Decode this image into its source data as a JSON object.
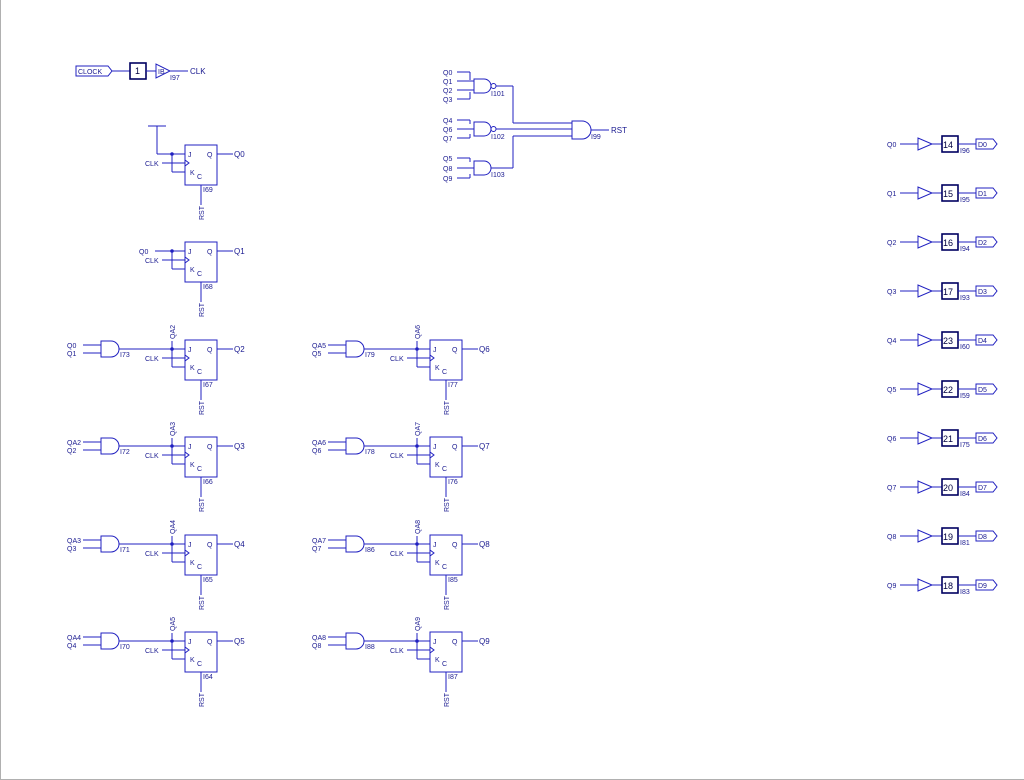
{
  "clock": {
    "port": "CLOCK",
    "pad": "1",
    "buf": "IB",
    "inst": "I97",
    "net": "CLK"
  },
  "reset": {
    "nand_a": {
      "inputs": [
        "Q0",
        "Q1",
        "Q2",
        "Q3"
      ],
      "inst": "I101"
    },
    "nand_b": {
      "inputs": [
        "Q4",
        "Q6",
        "Q7"
      ],
      "inst": "I102"
    },
    "and_c": {
      "inputs": [
        "Q5",
        "Q8",
        "Q9"
      ],
      "inst": "I103"
    },
    "final": {
      "inst": "I99",
      "net": "RST"
    }
  },
  "ff_pins": {
    "j": "J",
    "k": "K",
    "q": "Q",
    "c": "C",
    "clk": "CLK",
    "rst": "RST"
  },
  "flipflops": [
    {
      "inst": "I69",
      "q": "Q0",
      "jk": "",
      "in1": "",
      "in2": "",
      "gate": ""
    },
    {
      "inst": "I68",
      "q": "Q1",
      "jk": "Q0",
      "in1": "",
      "in2": "",
      "gate": ""
    },
    {
      "inst": "I67",
      "q": "Q2",
      "jk": "QA2",
      "in1": "Q0",
      "in2": "Q1",
      "gate": "I73"
    },
    {
      "inst": "I66",
      "q": "Q3",
      "jk": "QA3",
      "in1": "QA2",
      "in2": "Q2",
      "gate": "I72"
    },
    {
      "inst": "I65",
      "q": "Q4",
      "jk": "QA4",
      "in1": "QA3",
      "in2": "Q3",
      "gate": "I71"
    },
    {
      "inst": "I64",
      "q": "Q5",
      "jk": "QA5",
      "in1": "QA4",
      "in2": "Q4",
      "gate": "I70"
    },
    {
      "inst": "I77",
      "q": "Q6",
      "jk": "QA6",
      "in1": "QA5",
      "in2": "Q5",
      "gate": "I79"
    },
    {
      "inst": "I76",
      "q": "Q7",
      "jk": "QA7",
      "in1": "QA6",
      "in2": "Q6",
      "gate": "I78"
    },
    {
      "inst": "I85",
      "q": "Q8",
      "jk": "QA8",
      "in1": "QA7",
      "in2": "Q7",
      "gate": "I86"
    },
    {
      "inst": "I87",
      "q": "Q9",
      "jk": "QA9",
      "in1": "QA8",
      "in2": "Q8",
      "gate": "I88"
    }
  ],
  "outputs": [
    {
      "net": "Q0",
      "pad": "14",
      "inst": "I96",
      "port": "D0"
    },
    {
      "net": "Q1",
      "pad": "15",
      "inst": "I95",
      "port": "D1"
    },
    {
      "net": "Q2",
      "pad": "16",
      "inst": "I94",
      "port": "D2"
    },
    {
      "net": "Q3",
      "pad": "17",
      "inst": "I93",
      "port": "D3"
    },
    {
      "net": "Q4",
      "pad": "23",
      "inst": "I60",
      "port": "D4"
    },
    {
      "net": "Q5",
      "pad": "22",
      "inst": "I59",
      "port": "D5"
    },
    {
      "net": "Q6",
      "pad": "21",
      "inst": "I75",
      "port": "D6"
    },
    {
      "net": "Q7",
      "pad": "20",
      "inst": "I84",
      "port": "D7"
    },
    {
      "net": "Q8",
      "pad": "19",
      "inst": "I81",
      "port": "D8"
    },
    {
      "net": "Q9",
      "pad": "18",
      "inst": "I83",
      "port": "D9"
    }
  ],
  "colors": {
    "wire": "#2020c0",
    "text": "#1a1a90",
    "pad": "#000060",
    "border": "#b0b0b0"
  }
}
